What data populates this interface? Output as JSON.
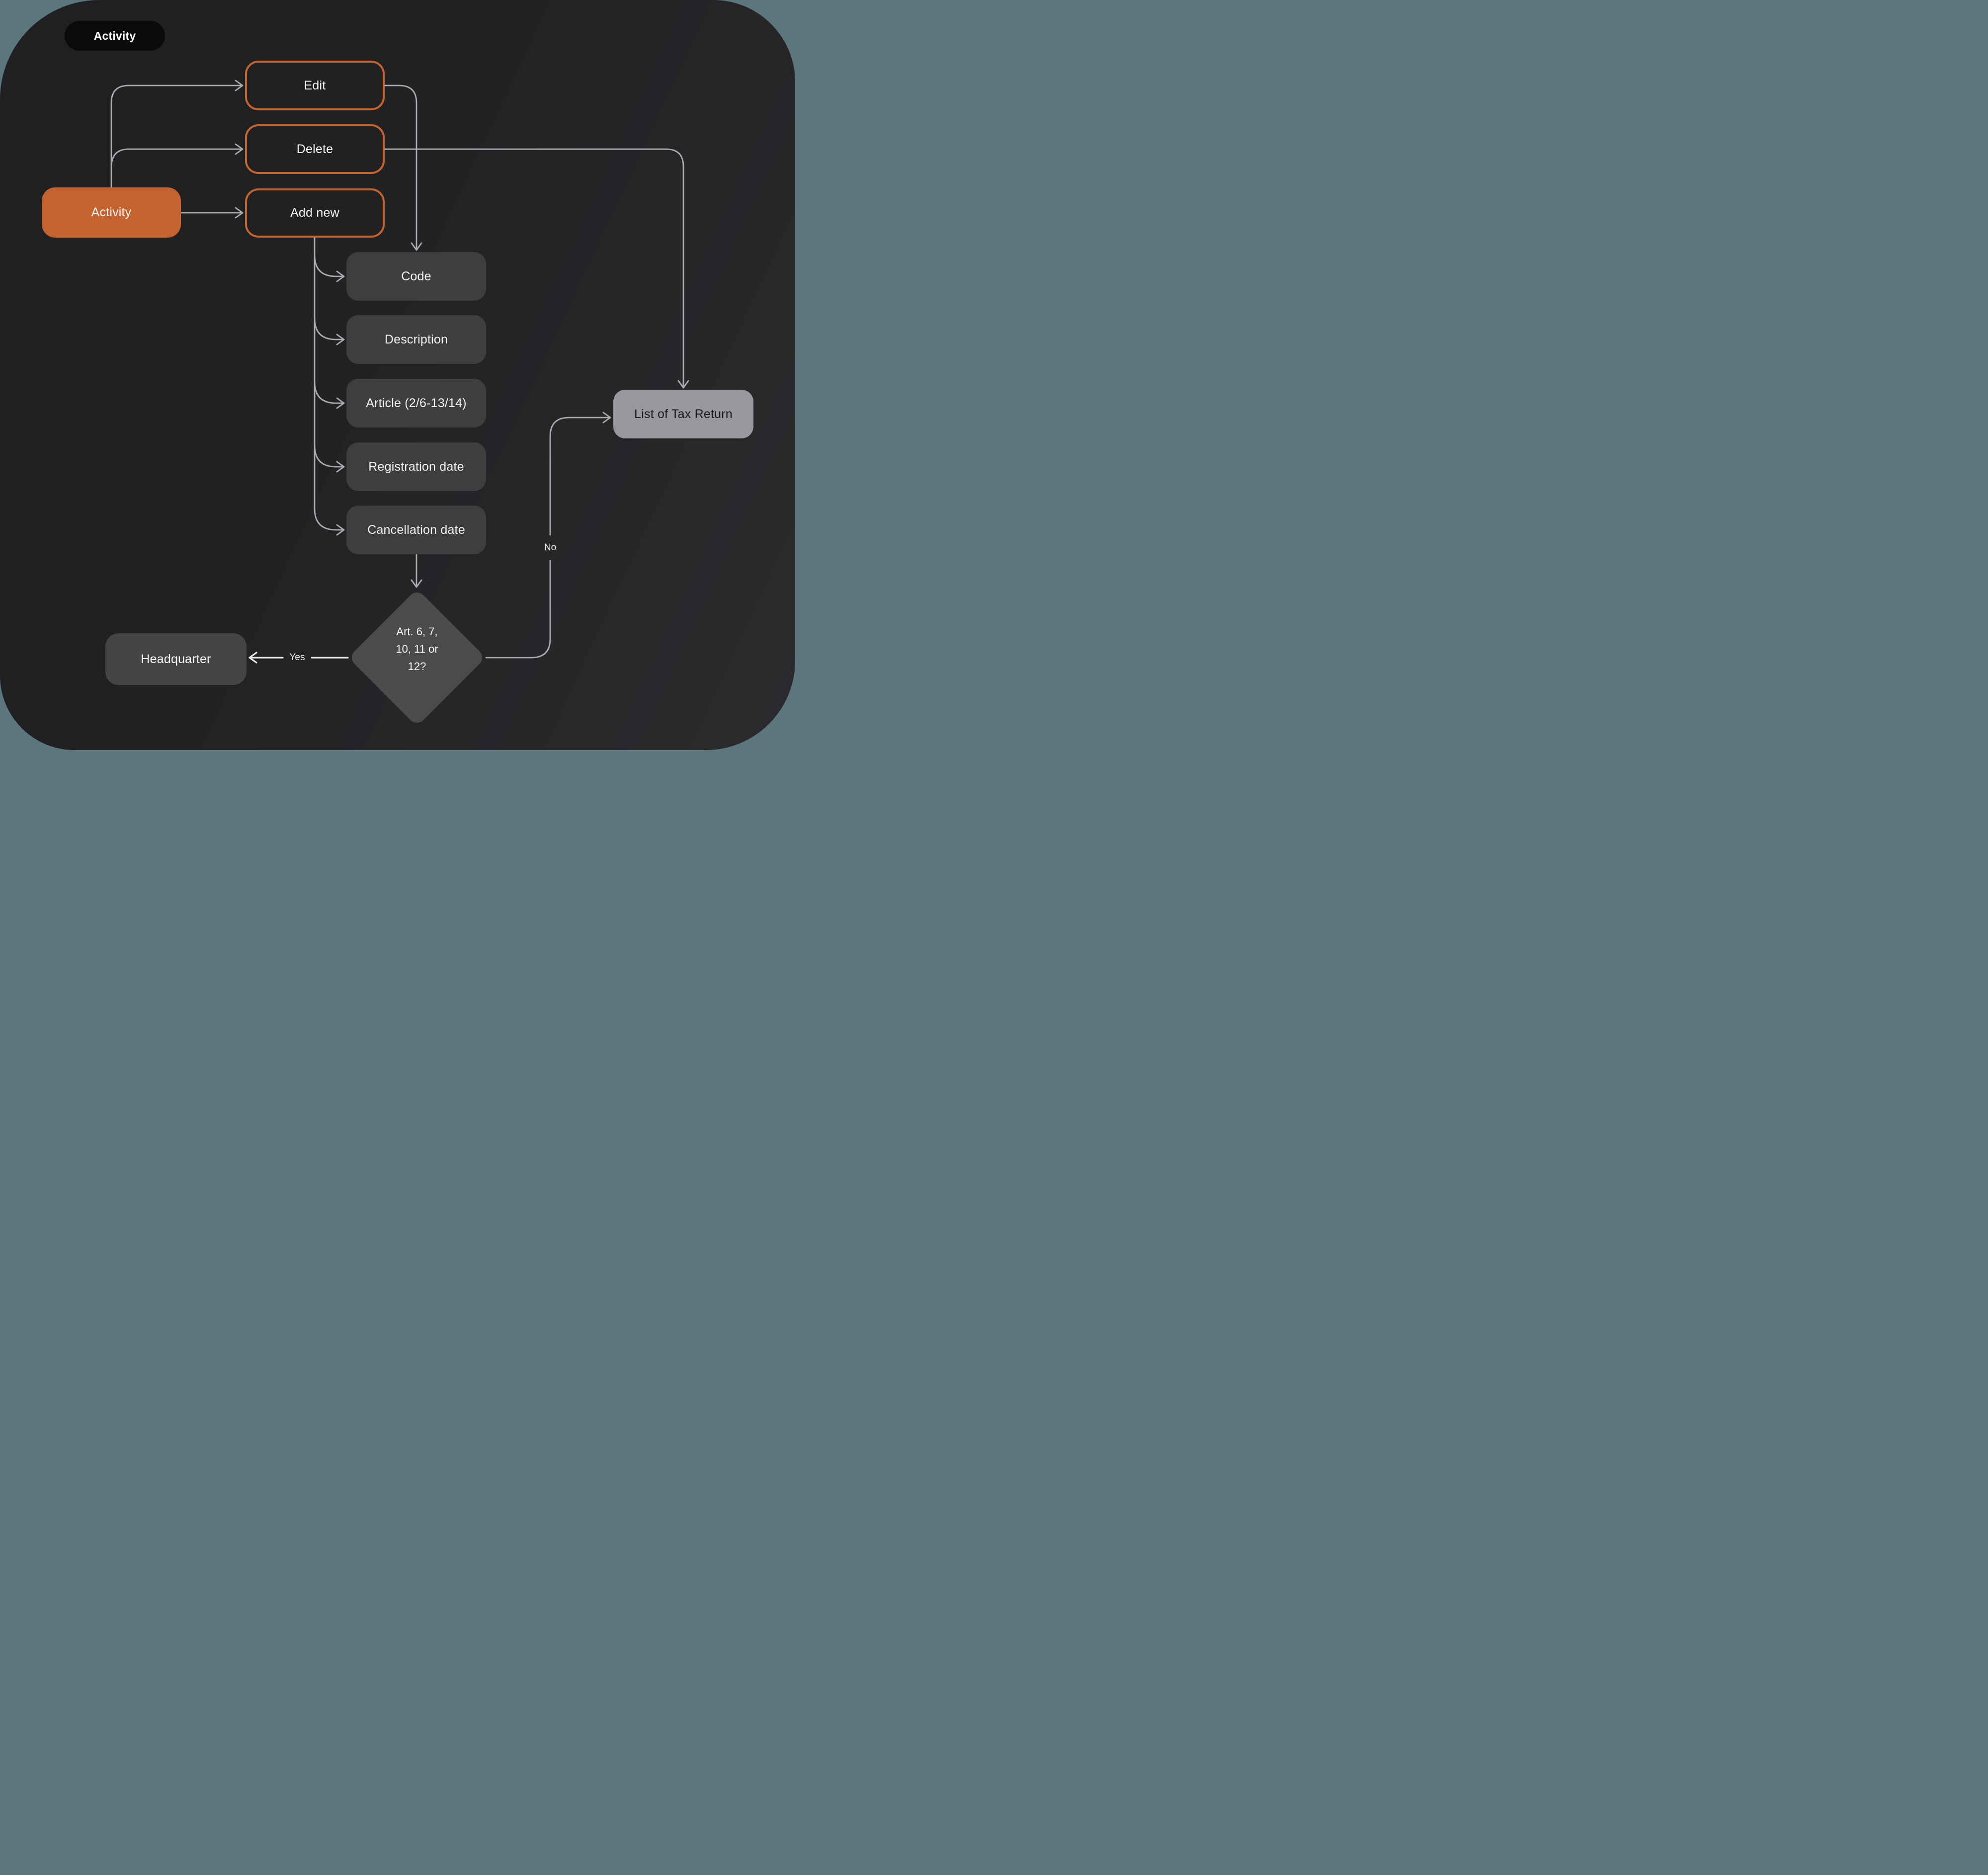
{
  "canvas": {
    "title_badge": "Activity"
  },
  "nodes": {
    "activity": {
      "label": "Activity"
    },
    "edit": {
      "label": "Edit"
    },
    "delete": {
      "label": "Delete"
    },
    "add_new": {
      "label": "Add new"
    },
    "code": {
      "label": "Code"
    },
    "description": {
      "label": "Description"
    },
    "article": {
      "label": "Article (2/6-13/14)"
    },
    "registration_date": {
      "label": "Registration date"
    },
    "cancellation_date": {
      "label": "Cancellation date"
    },
    "decision": {
      "label": "Art. 6, 7,\n10, 11 or\n12?"
    },
    "headquarter": {
      "label": "Headquarter"
    },
    "list_of_tax_return": {
      "label": "List of Tax Return"
    }
  },
  "edge_labels": {
    "yes": "Yes",
    "no": "No"
  },
  "colors": {
    "outer_background": "#5C767E",
    "panel_background": "#242426",
    "accent_orange": "#C4632F",
    "field_box_gray": "#3E3E40",
    "headquarter_gray": "#454548",
    "decision_gray": "#4B4B4E",
    "result_light_gray": "#98989D",
    "connector_gray": "#ABABAF",
    "connector_bright": "#EAEAEC",
    "title_badge_background": "#0A0A0B"
  }
}
